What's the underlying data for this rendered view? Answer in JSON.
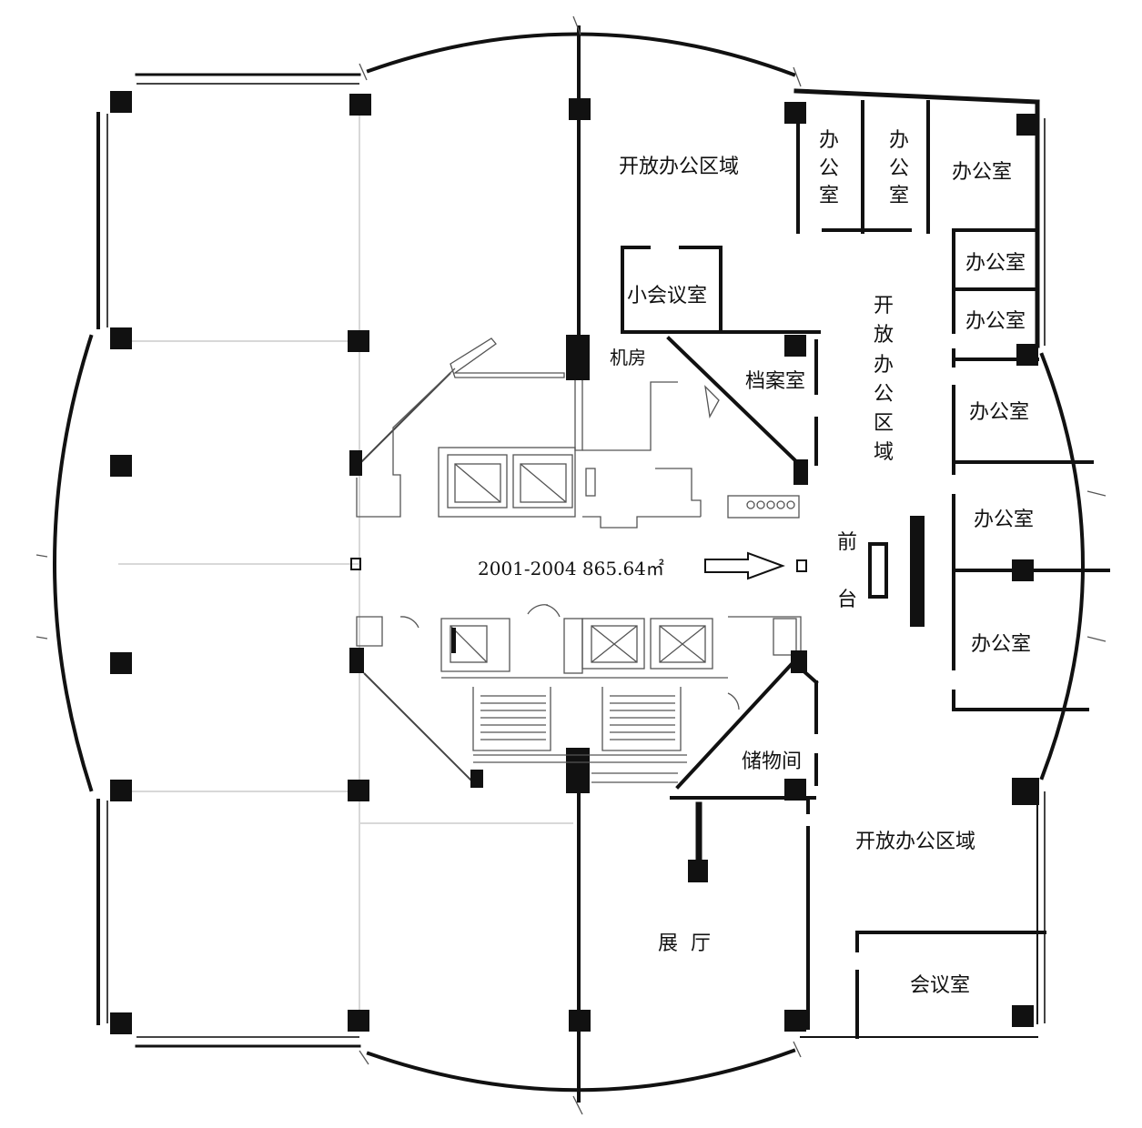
{
  "floor_plan": {
    "unit_label": "2001-2004 865.64㎡",
    "rooms": {
      "open_office_top": "开放办公区域",
      "office_vertical_1": [
        "办",
        "公",
        "室"
      ],
      "office_vertical_2": [
        "办",
        "公",
        "室"
      ],
      "office_top_right": "办公室",
      "small_meeting_room": "小会议室",
      "office_r1": "办公室",
      "office_r2": "办公室",
      "machine_room": "机房",
      "archive_room": "档案室",
      "open_office_vertical": [
        "开",
        "放",
        "办",
        "公",
        "区",
        "域"
      ],
      "office_r3": "办公室",
      "office_r4": "办公室",
      "reception": [
        "前",
        "台"
      ],
      "office_r5": "办公室",
      "storage_room": "储物间",
      "open_office_bottom": "开放办公区域",
      "exhibition_hall": "展  厅",
      "meeting_room": "会议室"
    }
  }
}
